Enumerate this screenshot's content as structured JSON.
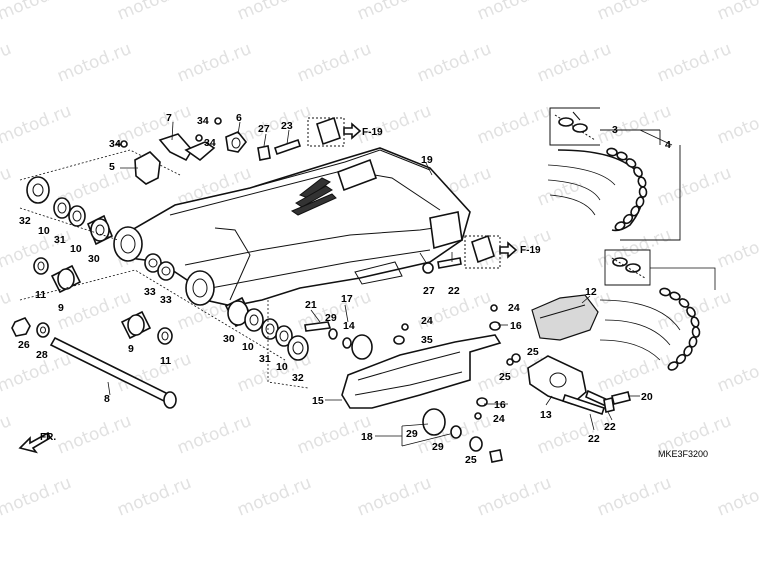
{
  "watermark": "motod.ru",
  "diagram_code": "MKE3F3200",
  "direction_label": "FR.",
  "reference_label": "F-19",
  "callouts": {
    "c3": "3",
    "c4": "4",
    "c5": "5",
    "c6": "6",
    "c7": "7",
    "c8": "8",
    "c9a": "9",
    "c9b": "9",
    "c10a": "10",
    "c10b": "10",
    "c10c": "10",
    "c10d": "10",
    "c11a": "11",
    "c11b": "11",
    "c12": "12",
    "c13": "13",
    "c14": "14",
    "c15": "15",
    "c16a": "16",
    "c16b": "16",
    "c17": "17",
    "c18": "18",
    "c19": "19",
    "c20": "20",
    "c21": "21",
    "c22a": "22",
    "c22b": "22",
    "c23": "23",
    "c24a": "24",
    "c24b": "24",
    "c24c": "24",
    "c25a": "25",
    "c25b": "25",
    "c25c": "25",
    "c26": "26",
    "c27a": "27",
    "c27b": "27",
    "c28": "28",
    "c29a": "29",
    "c29b": "29",
    "c29c": "29",
    "c30a": "30",
    "c30b": "30",
    "c31a": "31",
    "c31b": "31",
    "c32a": "32",
    "c32b": "32",
    "c33a": "33",
    "c33b": "33",
    "c34a": "34",
    "c34b": "34",
    "c34c": "34",
    "c35": "35"
  }
}
